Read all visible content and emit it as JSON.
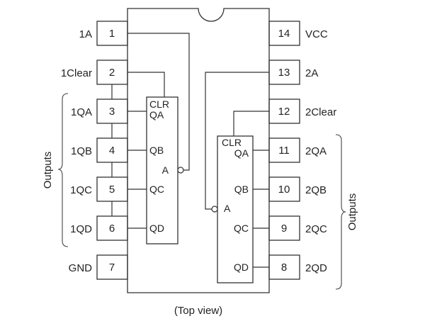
{
  "diagram": {
    "caption": "(Top view)",
    "colors": {
      "line": "#333333",
      "text": "#222222",
      "background": "#ffffff"
    },
    "pins_left": [
      {
        "num": "1",
        "label": "1A"
      },
      {
        "num": "2",
        "label": "1Clear"
      },
      {
        "num": "3",
        "label": "1QA"
      },
      {
        "num": "4",
        "label": "1QB"
      },
      {
        "num": "5",
        "label": "1QC"
      },
      {
        "num": "6",
        "label": "1QD"
      },
      {
        "num": "7",
        "label": "GND"
      }
    ],
    "pins_right": [
      {
        "num": "14",
        "label": "VCC"
      },
      {
        "num": "13",
        "label": "2A"
      },
      {
        "num": "12",
        "label": "2Clear"
      },
      {
        "num": "11",
        "label": "2QA"
      },
      {
        "num": "10",
        "label": "2QB"
      },
      {
        "num": "9",
        "label": "2QC"
      },
      {
        "num": "8",
        "label": "2QD"
      }
    ],
    "counter1": {
      "clr": "CLR",
      "qa": "QA",
      "qb": "QB",
      "qc": "QC",
      "qd": "QD",
      "input": "A"
    },
    "counter2": {
      "clr": "CLR",
      "qa": "QA",
      "qb": "QB",
      "qc": "QC",
      "qd": "QD",
      "input": "A"
    },
    "outputs_left_label": "Outputs",
    "outputs_right_label": "Outputs"
  }
}
